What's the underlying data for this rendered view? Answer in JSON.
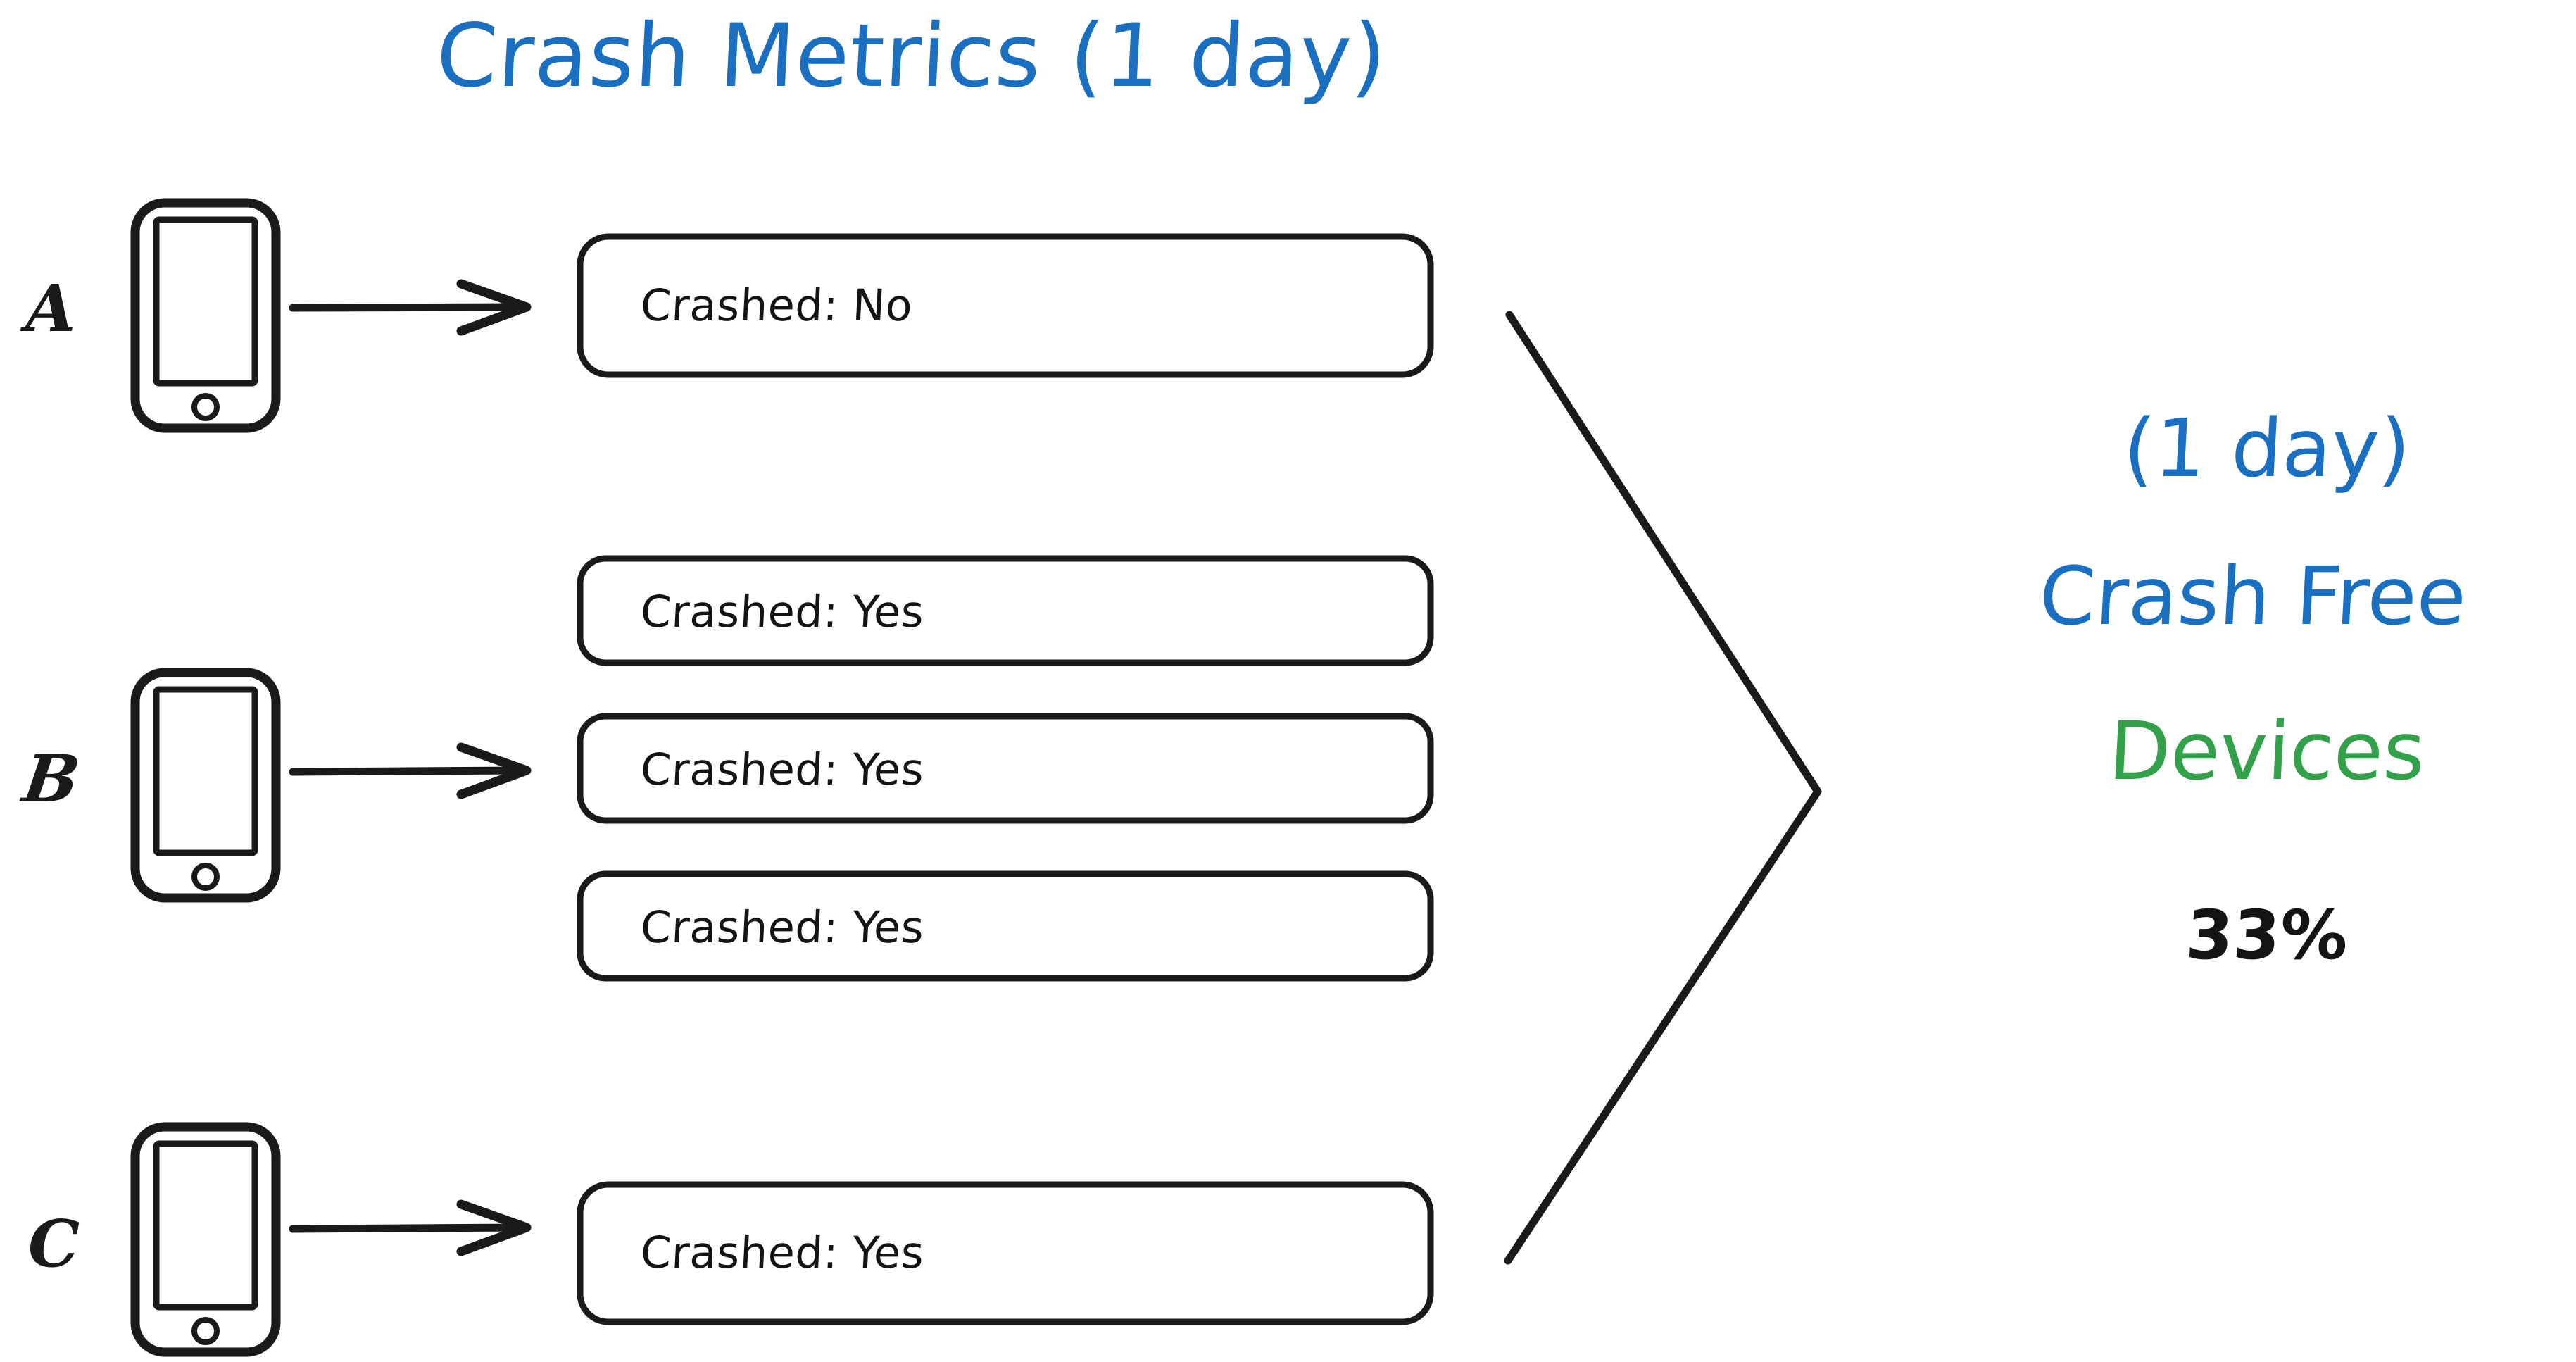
{
  "title": "Crash Metrics (1 day)",
  "colors": {
    "title_blue": "#1B6FC0",
    "accent_green": "#33A04A",
    "ink_black": "#1a1a1a",
    "background": "#ffffff"
  },
  "devices": [
    {
      "label": "A",
      "icon": "phone-icon",
      "arrow": "arrow-right-icon",
      "events": [
        {
          "text": "Crashed: No"
        }
      ]
    },
    {
      "label": "B",
      "icon": "phone-icon",
      "arrow": "arrow-right-icon",
      "events": [
        {
          "text": "Crashed: Yes"
        },
        {
          "text": "Crashed: Yes"
        },
        {
          "text": "Crashed: Yes"
        }
      ]
    },
    {
      "label": "C",
      "icon": "phone-icon",
      "arrow": "arrow-right-icon",
      "events": [
        {
          "text": "Crashed: Yes"
        }
      ]
    }
  ],
  "aggregator": {
    "icon": "brace-right-icon"
  },
  "summary": {
    "period": "(1 day)",
    "metric_line1": "Crash Free",
    "metric_line2": "Devices",
    "value": "33%"
  }
}
